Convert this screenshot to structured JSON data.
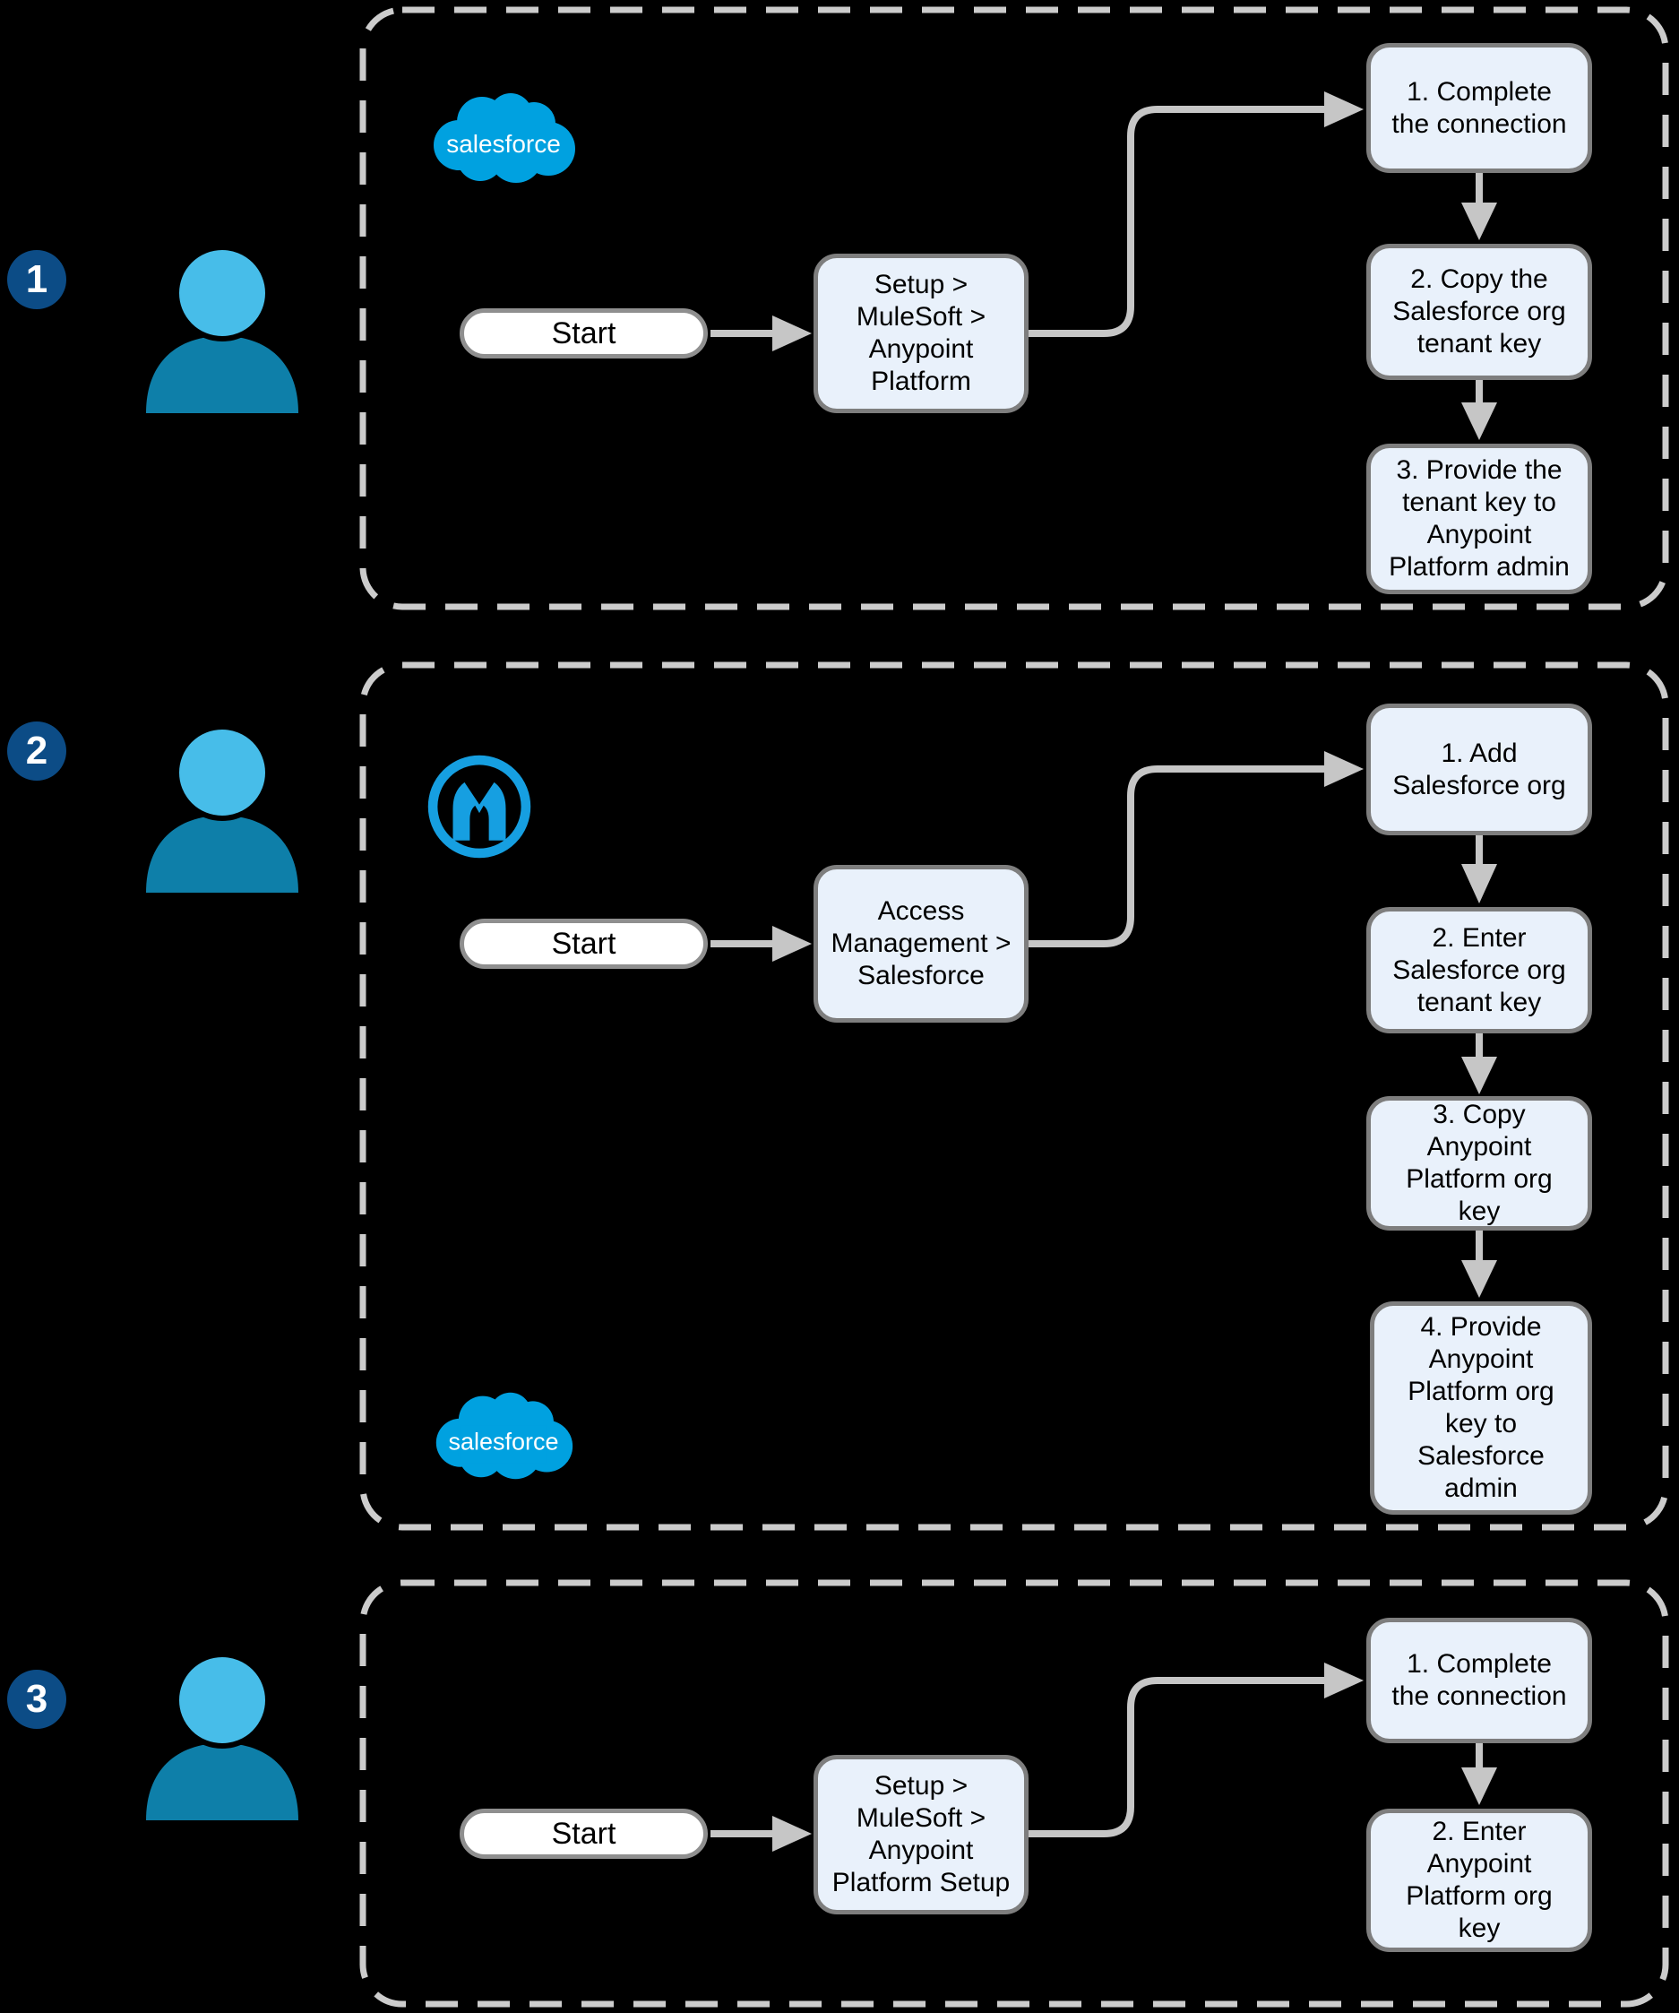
{
  "title": "Salesforce - Anypoint Platform connection setup flow",
  "colors": {
    "bg": "#000000",
    "lane-border": "#cccccc",
    "box-fill": "#e9f1fb",
    "box-border": "#7e7e7e",
    "pill-fill": "#ffffff",
    "pill-border": "#8f8f8f",
    "arrow": "#c6c6c6",
    "badge-fill": "#0c4c86",
    "badge-text": "#ffffff",
    "person-head": "#47bde9",
    "person-body": "#0e7fa9",
    "salesforce-blue": "#00a1e0",
    "mulesoft-blue": "#169fe1",
    "text": "#000000"
  },
  "salesforce_wordmark": "salesforce",
  "icons": {
    "user": "person-icon",
    "salesforce": "salesforce-cloud-logo",
    "mulesoft": "mulesoft-m-logo"
  },
  "sections": [
    {
      "badge": "1",
      "start_label": "Start",
      "entry_label": "Setup > MuleSoft > Anypoint Platform",
      "steps": [
        "1. Complete the connection",
        "2. Copy the Salesforce org tenant key",
        "3. Provide the tenant key to Anypoint Platform admin"
      ]
    },
    {
      "badge": "2",
      "start_label": "Start",
      "entry_label": "Access Management > Salesforce",
      "steps": [
        "1. Add Salesforce org",
        "2. Enter Salesforce org tenant key",
        "3. Copy Anypoint Platform org key",
        "4. Provide Anypoint Platform org key to Salesforce admin"
      ]
    },
    {
      "badge": "3",
      "start_label": "Start",
      "entry_label": "Setup > MuleSoft > Anypoint Platform Setup",
      "steps": [
        "1. Complete the connection",
        "2. Enter Anypoint Platform org key"
      ]
    }
  ]
}
